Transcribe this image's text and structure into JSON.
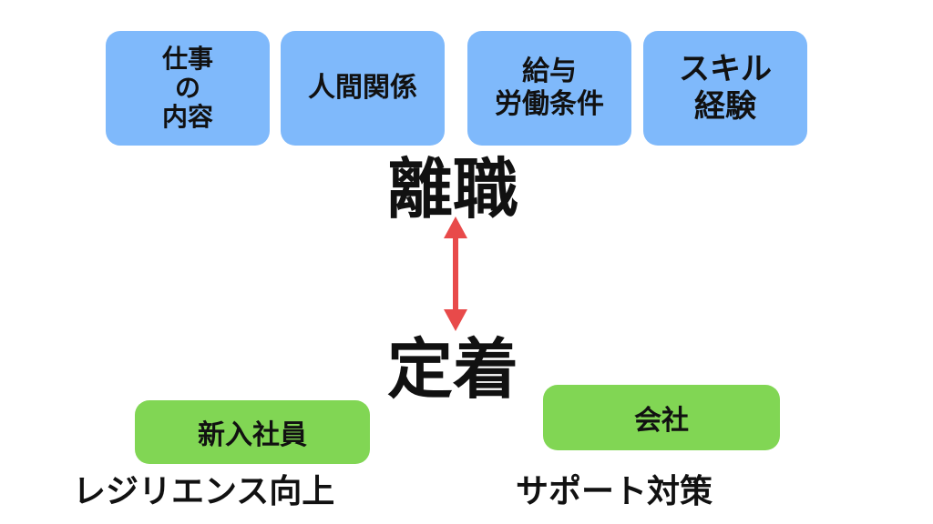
{
  "top_boxes": [
    {
      "label": "仕事\nの\n内容"
    },
    {
      "label": "人間関係"
    },
    {
      "label": "給与\n労働条件"
    },
    {
      "label": "スキル\n経験"
    }
  ],
  "center": {
    "top_label": "離職",
    "bottom_label": "定着",
    "arrow_color": "#e84a4a"
  },
  "bottom_groups": [
    {
      "box_label": "新入社員",
      "caption": "レジリエンス向上"
    },
    {
      "box_label": "会社",
      "caption": "サポート対策"
    }
  ],
  "colors": {
    "blue_box": "#7fb9fb",
    "green_box": "#81d654"
  }
}
